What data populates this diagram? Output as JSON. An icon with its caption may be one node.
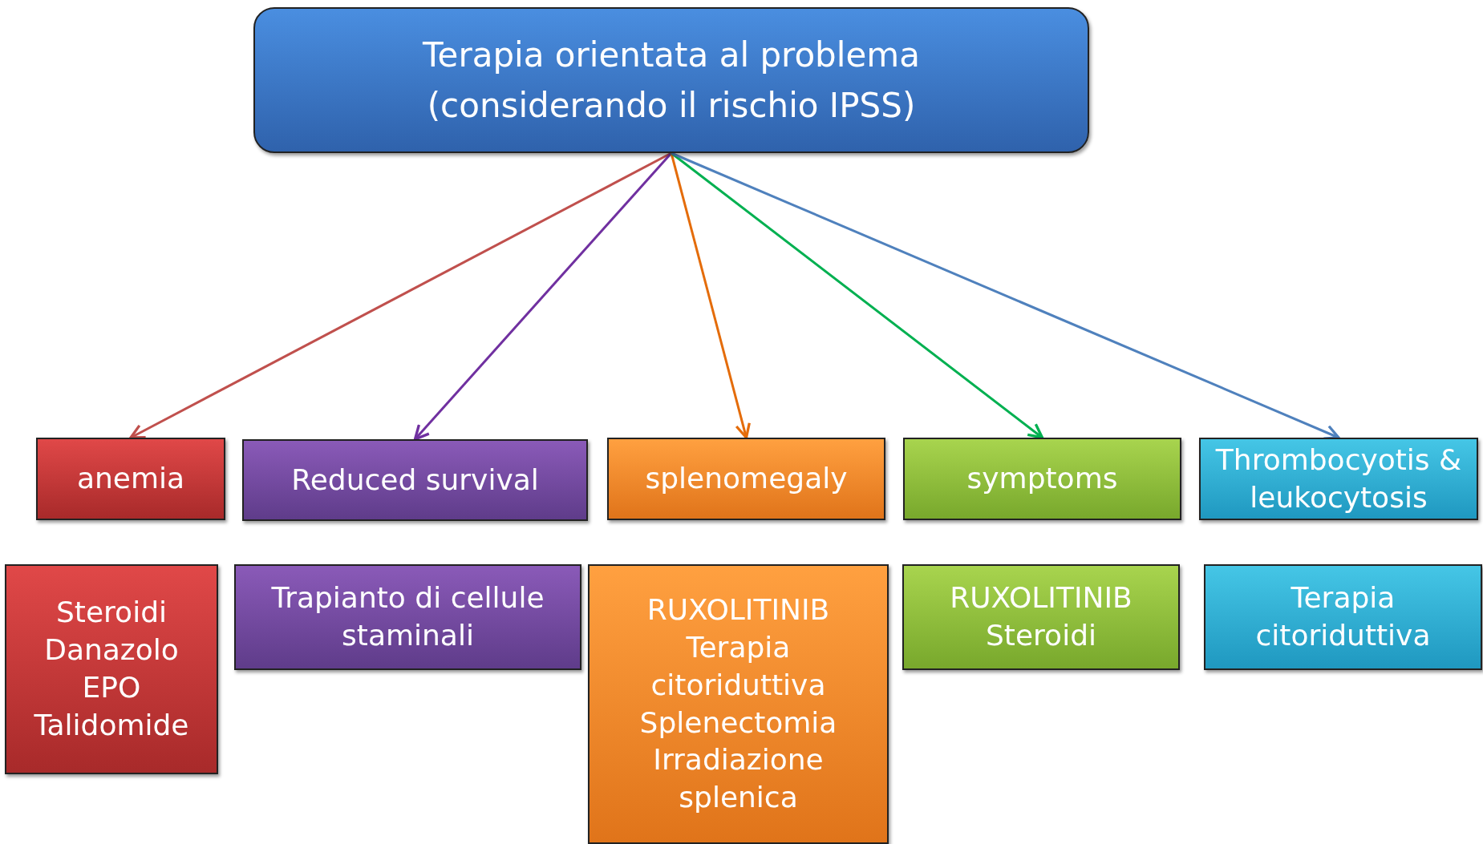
{
  "diagram": {
    "nodes": [
      {
        "text": [
          "Terapia orientata al problema (considerando il rischio IPSS)"
        ]
      },
      {
        "text": [
          "anemia"
        ]
      },
      {
        "text": [
          "Reduced survival"
        ]
      },
      {
        "text": [
          "splenomegaly"
        ]
      },
      {
        "text": [
          "symptoms"
        ]
      },
      {
        "text": [
          "Thrombocyotis & leukocytosis"
        ]
      },
      {
        "text": [
          "Steroidi",
          "Danazolo",
          "EPO",
          "Talidomide"
        ]
      },
      {
        "text": [
          "Trapianto di cellule staminali"
        ]
      },
      {
        "text": [
          "RUXOLITINIB",
          "Terapia citoriduttiva",
          "Splenectomia",
          "Irradiazione splenica"
        ]
      },
      {
        "text": [
          "RUXOLITINIB",
          "Steroidi"
        ]
      },
      {
        "text": [
          "Terapia citoriduttiva"
        ]
      }
    ],
    "edges": [
      {
        "from": 0,
        "to": 1,
        "arrow": "to",
        "color": "#c0504d"
      },
      {
        "from": 0,
        "to": 2,
        "arrow": "to",
        "color": "#7030a0"
      },
      {
        "from": 0,
        "to": 3,
        "arrow": "to",
        "color": "#e46c0a"
      },
      {
        "from": 0,
        "to": 4,
        "arrow": "to",
        "color": "#00b050"
      },
      {
        "from": 0,
        "to": 5,
        "arrow": "to",
        "color": "#4f81bd"
      }
    ]
  }
}
